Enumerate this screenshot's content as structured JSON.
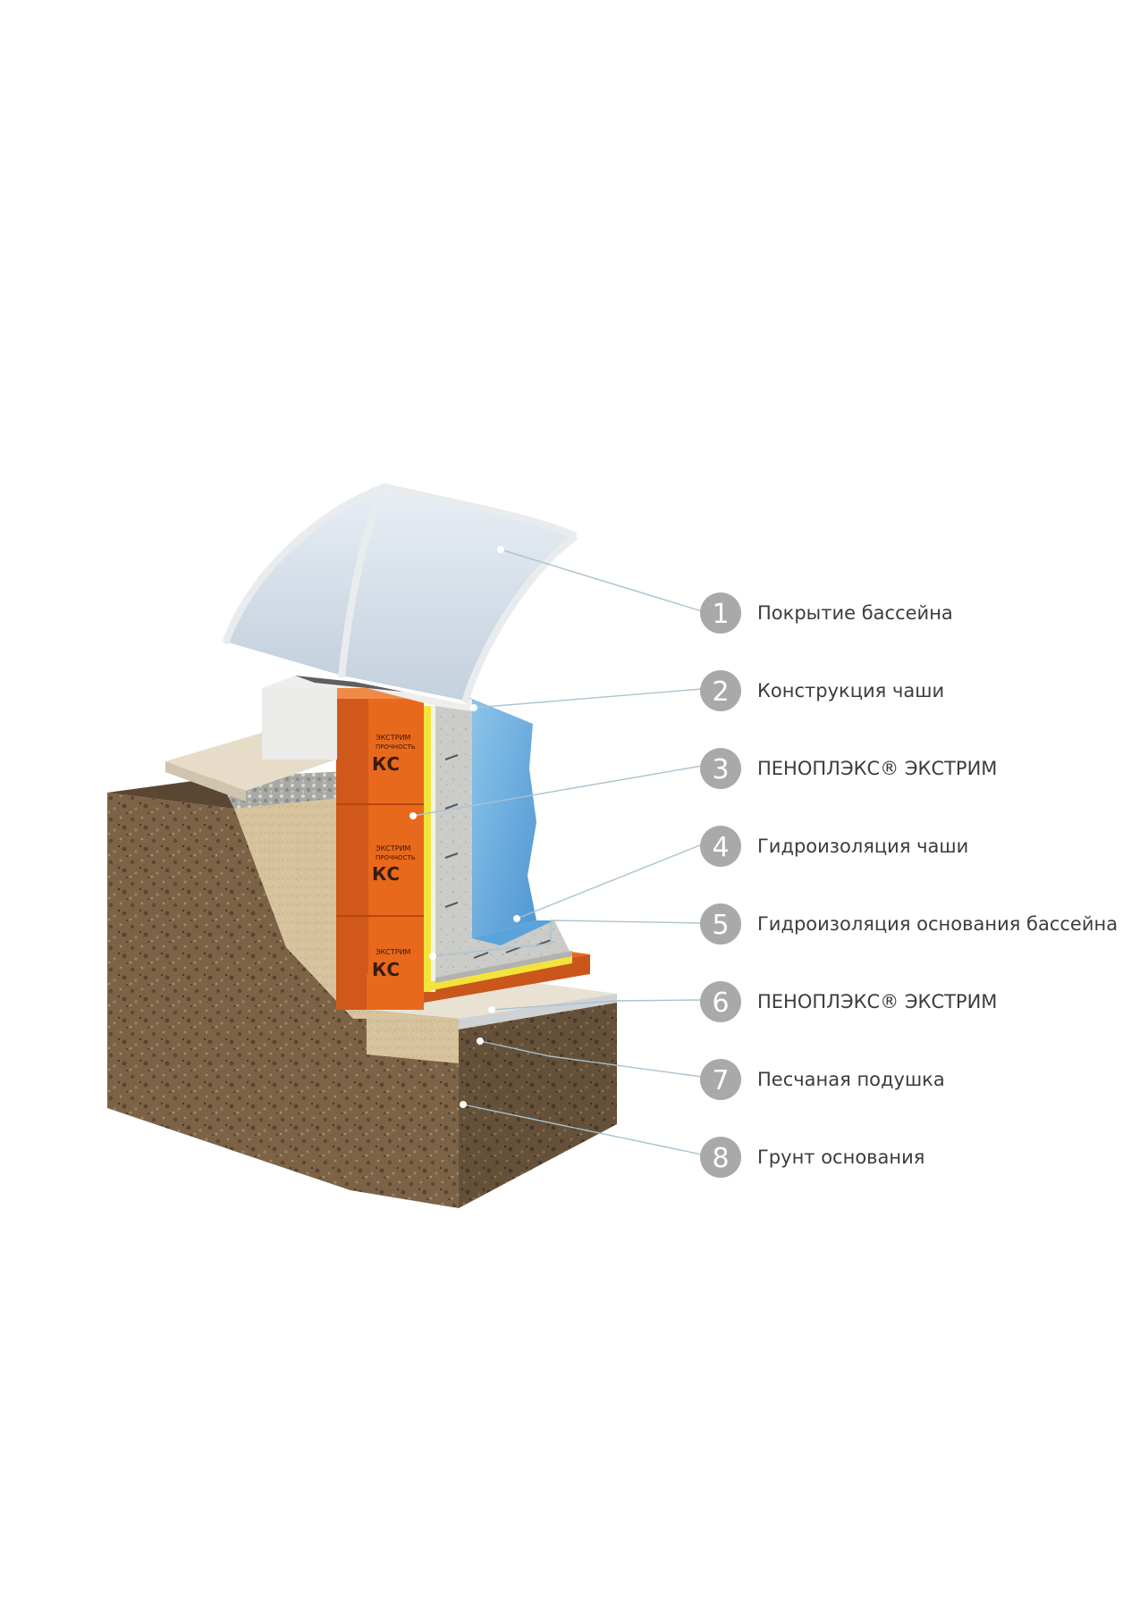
{
  "diagram": {
    "legend": [
      {
        "number": "1",
        "label": "Покрытие бассейна"
      },
      {
        "number": "2",
        "label": "Конструкция чаши"
      },
      {
        "number": "3",
        "label": "ПЕНОПЛЭКС® ЭКСТРИМ"
      },
      {
        "number": "4",
        "label": "Гидроизоляция чаши"
      },
      {
        "number": "5",
        "label": "Гидроизоляция основания бассейна"
      },
      {
        "number": "6",
        "label": "ПЕНОПЛЭКС® ЭКСТРИМ"
      },
      {
        "number": "7",
        "label": "Песчаная подушка"
      },
      {
        "number": "8",
        "label": "Грунт основания"
      }
    ],
    "board_marking": {
      "line1": "ЭКСТРИМ",
      "line2": "ПРОЧНОСТЬ",
      "line3": "КС"
    },
    "colors": {
      "badge": "#a9a9a9",
      "leader": "#a9c3cf",
      "foam": "#e86a1e",
      "water": "#6fb0e0",
      "soil": "#7a6247",
      "sand": "#d8c6a0",
      "concrete": "#c9c9c7",
      "membrane": "#f2e640",
      "cover": "#dfe6ee"
    }
  }
}
